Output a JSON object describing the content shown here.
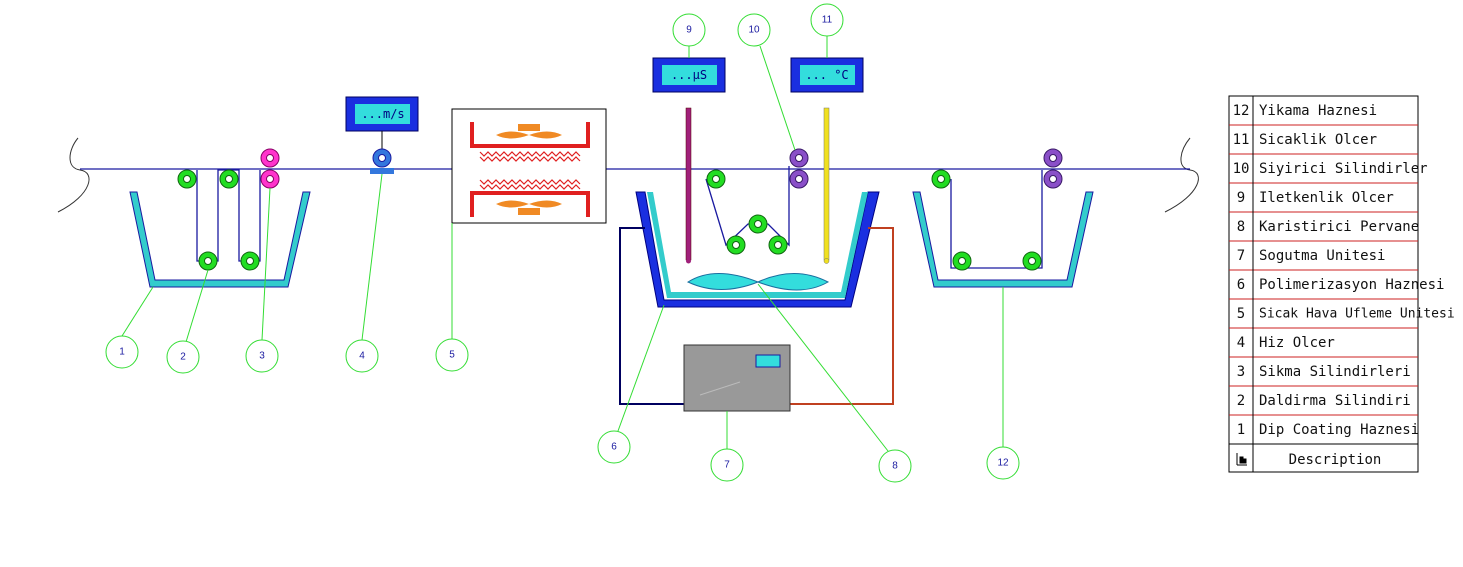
{
  "displays": {
    "speed": "...m/s",
    "conductivity": "...µS",
    "temperature": "... °C"
  },
  "callouts": [
    "1",
    "2",
    "3",
    "4",
    "5",
    "6",
    "7",
    "8",
    "9",
    "10",
    "11",
    "12"
  ],
  "legend": {
    "header_symbol": "ldq-icon",
    "header_label": "Description",
    "rows": [
      {
        "num": "12",
        "label": "Yikama Haznesi"
      },
      {
        "num": "11",
        "label": "Sicaklik Olcer"
      },
      {
        "num": "10",
        "label": "Siyirici Silindirler"
      },
      {
        "num": "9",
        "label": "Iletkenlik Olcer"
      },
      {
        "num": "8",
        "label": "Karistirici Pervane"
      },
      {
        "num": "7",
        "label": "Sogutma Unitesi"
      },
      {
        "num": "6",
        "label": "Polimerizasyon Haznesi"
      },
      {
        "num": "5",
        "label": "Sicak Hava Ufleme Unitesi"
      },
      {
        "num": "4",
        "label": "Hiz Olcer"
      },
      {
        "num": "3",
        "label": "Sikma Silindirleri"
      },
      {
        "num": "2",
        "label": "Daldirma Silindiri"
      },
      {
        "num": "1",
        "label": "Dip Coating Haznesi"
      }
    ]
  },
  "colors": {
    "fiber_line": "#1a1aa0",
    "green_roller": "#22dd22",
    "magenta_roller": "#ff33cc",
    "purple_roller": "#8a4fc8",
    "blue_roller": "#3377dd",
    "tank_cyan": "#33cccc",
    "tank_blue": "#1a2fe0",
    "heater_red": "#e02020",
    "fan_orange": "#f08a24",
    "callout_green": "#33dd33",
    "cooler_grey": "#999999"
  }
}
